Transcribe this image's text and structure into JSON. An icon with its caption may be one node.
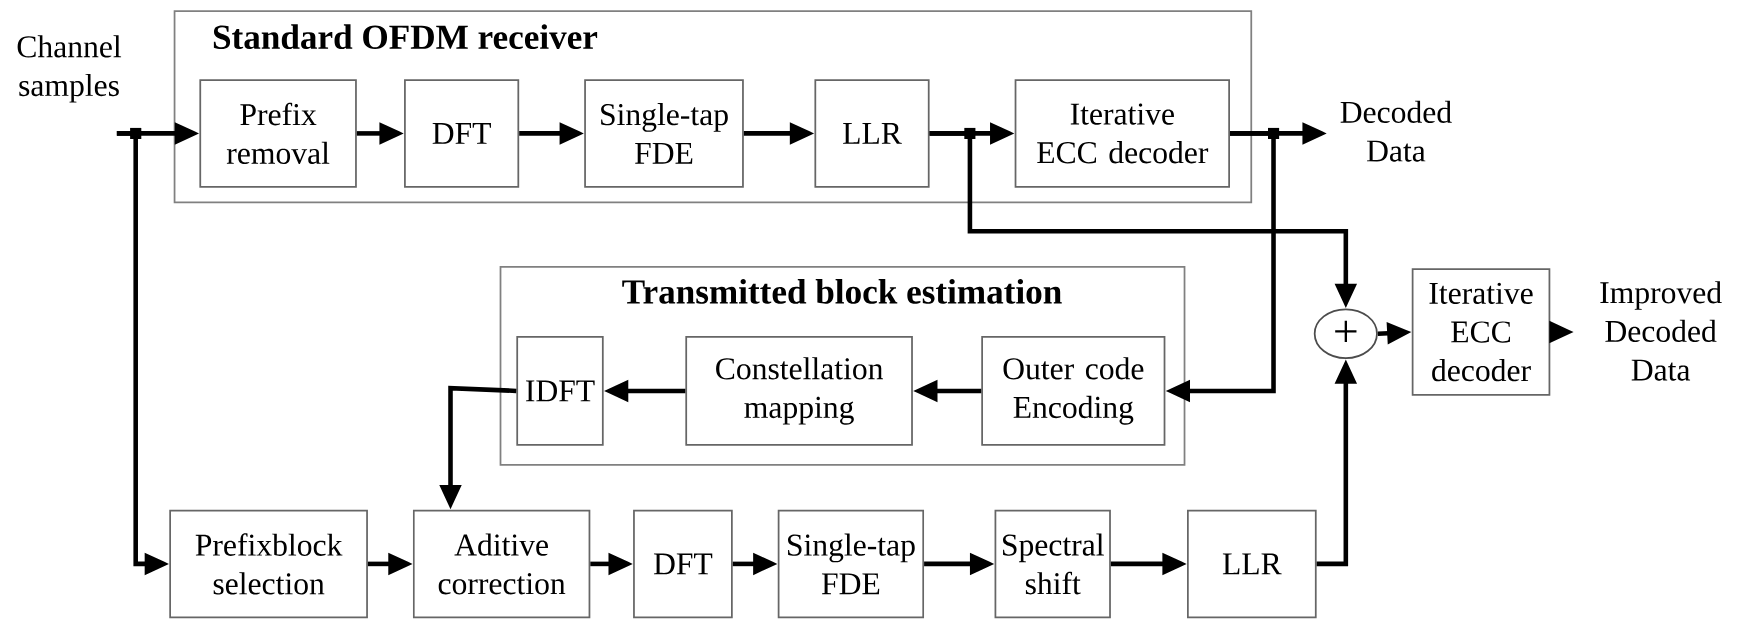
{
  "diagram": {
    "nodes": [
      {
        "text": [
          "Channel samples"
        ]
      },
      {
        "text": [
          "Standard OFDM receiver"
        ]
      },
      {
        "text": [
          "Prefix removal"
        ],
        "in": 1
      },
      {
        "text": [
          "DFT"
        ],
        "in": 1
      },
      {
        "text": [
          "Single-tap FDE"
        ],
        "in": 1
      },
      {
        "text": [
          "LLR"
        ],
        "in": 1
      },
      {
        "text": [
          "Iterative ECC decoder"
        ],
        "in": 1
      },
      {
        "text": [
          "Decoded Data"
        ]
      },
      {
        "text": [
          "Transmitted block estimation"
        ]
      },
      {
        "text": [
          "IDFT"
        ],
        "in": 8
      },
      {
        "text": [
          "Constellation mapping"
        ],
        "in": 8
      },
      {
        "text": [
          "Outer code Encoding"
        ],
        "in": 8
      },
      {
        "text": [
          "+"
        ]
      },
      {
        "text": [
          "Iterative ECC decoder"
        ]
      },
      {
        "text": [
          "Improved Decoded Data"
        ]
      },
      {
        "text": [
          "Prefixblock selection"
        ]
      },
      {
        "text": [
          "Aditive correction"
        ]
      },
      {
        "text": [
          "DFT"
        ]
      },
      {
        "text": [
          "Single-tap FDE"
        ]
      },
      {
        "text": [
          "Spectral shift"
        ]
      },
      {
        "text": [
          "LLR"
        ]
      }
    ],
    "edges": [
      {
        "from": 0,
        "to": 2,
        "arrow": "to"
      },
      {
        "from": 0,
        "to": 15,
        "arrow": "to"
      },
      {
        "from": 2,
        "to": 3,
        "arrow": "to"
      },
      {
        "from": 3,
        "to": 4,
        "arrow": "to"
      },
      {
        "from": 4,
        "to": 5,
        "arrow": "to"
      },
      {
        "from": 5,
        "to": 6,
        "arrow": "to"
      },
      {
        "from": 5,
        "to": 12,
        "arrow": "to"
      },
      {
        "from": 6,
        "to": 7,
        "arrow": "to"
      },
      {
        "from": 6,
        "to": 11,
        "arrow": "to"
      },
      {
        "from": 11,
        "to": 10,
        "arrow": "to"
      },
      {
        "from": 10,
        "to": 9,
        "arrow": "to"
      },
      {
        "from": 9,
        "to": 16,
        "arrow": "to"
      },
      {
        "from": 15,
        "to": 16,
        "arrow": "to"
      },
      {
        "from": 16,
        "to": 17,
        "arrow": "to"
      },
      {
        "from": 17,
        "to": 18,
        "arrow": "to"
      },
      {
        "from": 18,
        "to": 19,
        "arrow": "to"
      },
      {
        "from": 19,
        "to": 20,
        "arrow": "to"
      },
      {
        "from": 20,
        "to": 12,
        "arrow": "to"
      },
      {
        "from": 12,
        "to": 13,
        "arrow": "to"
      },
      {
        "from": 13,
        "to": 14,
        "arrow": "to"
      }
    ]
  }
}
